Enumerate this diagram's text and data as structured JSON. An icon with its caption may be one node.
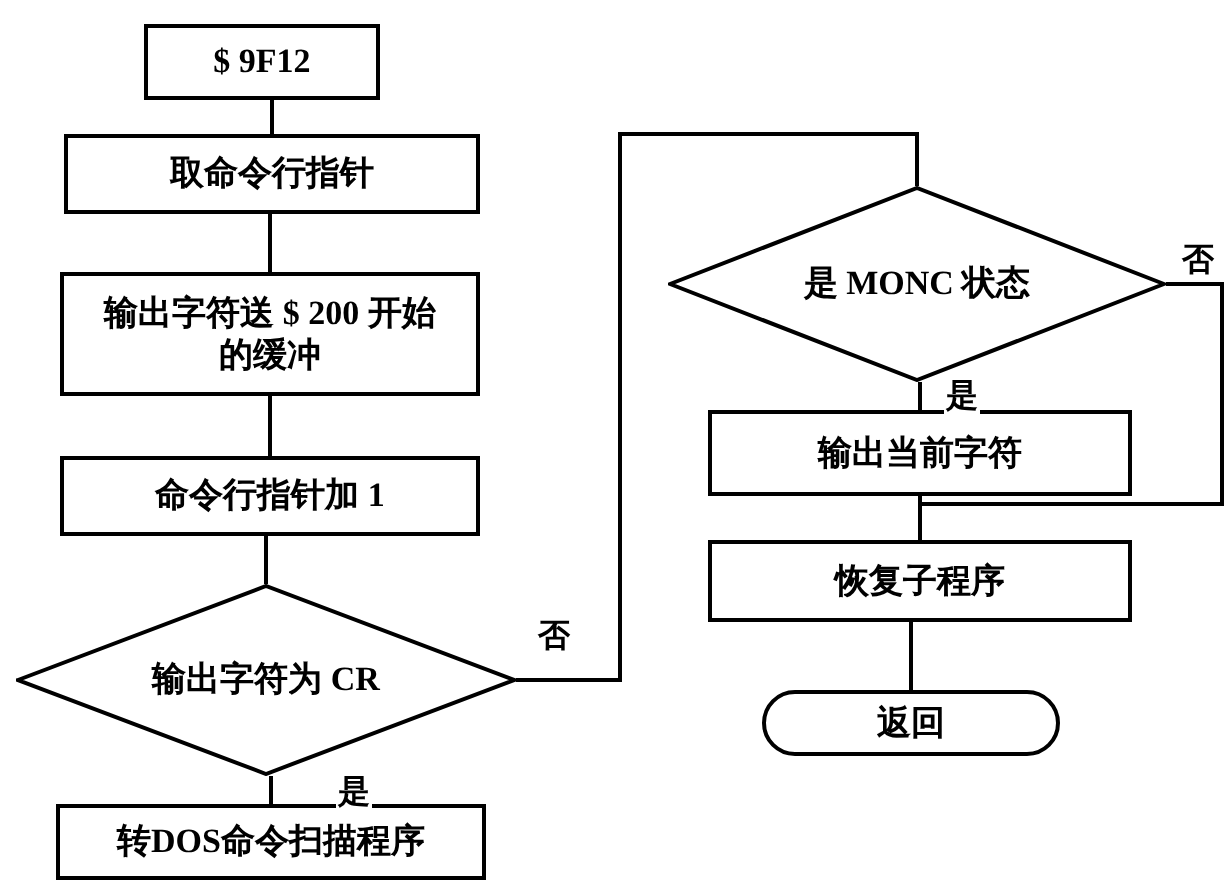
{
  "diagram": {
    "nodes": [
      {
        "text": [
          "$ 9F12"
        ]
      },
      {
        "text": [
          "取命令行指针"
        ]
      },
      {
        "text": [
          "输出字符送 $ 200 开始的缓冲"
        ]
      },
      {
        "text": [
          "命令行指针加 1"
        ]
      },
      {
        "text": [
          "输出字符为 CR"
        ]
      },
      {
        "text": [
          "转DOS命令扫描程序"
        ]
      },
      {
        "text": [
          "是 MONC 状态"
        ]
      },
      {
        "text": [
          "输出当前字符"
        ]
      },
      {
        "text": [
          "恢复子程序"
        ]
      },
      {
        "text": [
          "返回"
        ]
      }
    ],
    "edges": [
      {
        "from": 0,
        "to": 1,
        "arrow": "none"
      },
      {
        "from": 1,
        "to": 2,
        "arrow": "none"
      },
      {
        "from": 2,
        "to": 3,
        "arrow": "none"
      },
      {
        "from": 3,
        "to": 4,
        "arrow": "none"
      },
      {
        "from": 4,
        "to": 5,
        "label": "是",
        "arrow": "none"
      },
      {
        "from": 4,
        "to": 6,
        "label": "否",
        "arrow": "none"
      },
      {
        "from": 6,
        "to": 7,
        "label": "是",
        "arrow": "none"
      },
      {
        "from": 6,
        "to": 8,
        "label": "否",
        "arrow": "none"
      },
      {
        "from": 7,
        "to": 8,
        "arrow": "none"
      },
      {
        "from": 8,
        "to": 9,
        "arrow": "none"
      }
    ]
  }
}
